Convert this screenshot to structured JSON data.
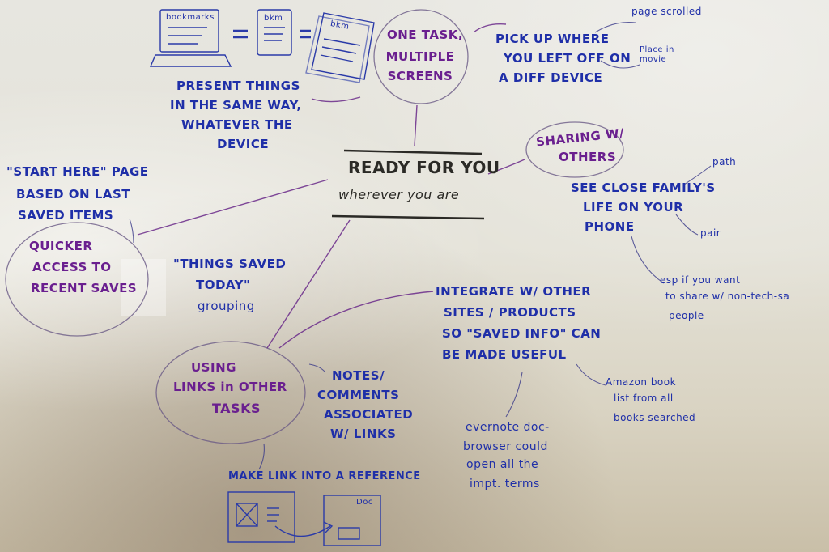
{
  "whiteboard": {
    "center": {
      "title": "READY FOR YOU",
      "subtitle": "wherever you are"
    },
    "one_task": {
      "line1": "ONE TASK,",
      "line2": "MULTIPLE",
      "line3": "SCREENS"
    },
    "devices": {
      "laptop_label": "bookmarks",
      "phone_label": "bkm",
      "tablet_label": "bkm"
    },
    "present": {
      "line1": "PRESENT THINGS",
      "line2": "IN THE SAME WAY,",
      "line3": "WHATEVER THE",
      "line4": "DEVICE"
    },
    "pickup": {
      "line1": "PICK UP WHERE",
      "line2": "YOU LEFT OFF ON",
      "line3": "A DIFF DEVICE",
      "note1": "page scrolled",
      "note2a": "Place in",
      "note2b": "movie"
    },
    "sharing": {
      "line1": "SHARING W/",
      "line2": "OTHERS",
      "detail1": "SEE CLOSE FAMILY'S",
      "detail2": "LIFE ON YOUR",
      "detail3": "PHONE",
      "path": "path",
      "pair": "pair",
      "esp1": "esp if you want",
      "esp2": "to share w/ non-tech-sa",
      "esp3": "people"
    },
    "start_here": {
      "line1": "\"START HERE\" PAGE",
      "line2": "BASED ON LAST",
      "line3": "SAVED ITEMS"
    },
    "quicker": {
      "line1": "QUICKER",
      "line2": "ACCESS TO",
      "line3": "RECENT SAVES"
    },
    "today": {
      "line1": "\"THINGS SAVED",
      "line2": "TODAY\"",
      "line3": "grouping"
    },
    "integrate": {
      "line1": "INTEGRATE W/ OTHER",
      "line2": "SITES / PRODUCTS",
      "line3": "SO \"SAVED INFO\" CAN",
      "line4": "BE MADE USEFUL",
      "amazon1": "Amazon book",
      "amazon2": "list from all",
      "amazon3": "books searched",
      "evernote1": "evernote doc-",
      "evernote2": "browser could",
      "evernote3": "open all the",
      "evernote4": "impt. terms"
    },
    "using": {
      "line1": "USING",
      "line2": "LINKS in OTHER",
      "line3": "TASKS"
    },
    "notes": {
      "line1": "NOTES/",
      "line2": "COMMENTS",
      "line3": "ASSOCIATED",
      "line4": "W/ LINKS"
    },
    "make_link": {
      "line1": "MAKE LINK INTO A REFERENCE",
      "doc_label": "Doc"
    }
  }
}
